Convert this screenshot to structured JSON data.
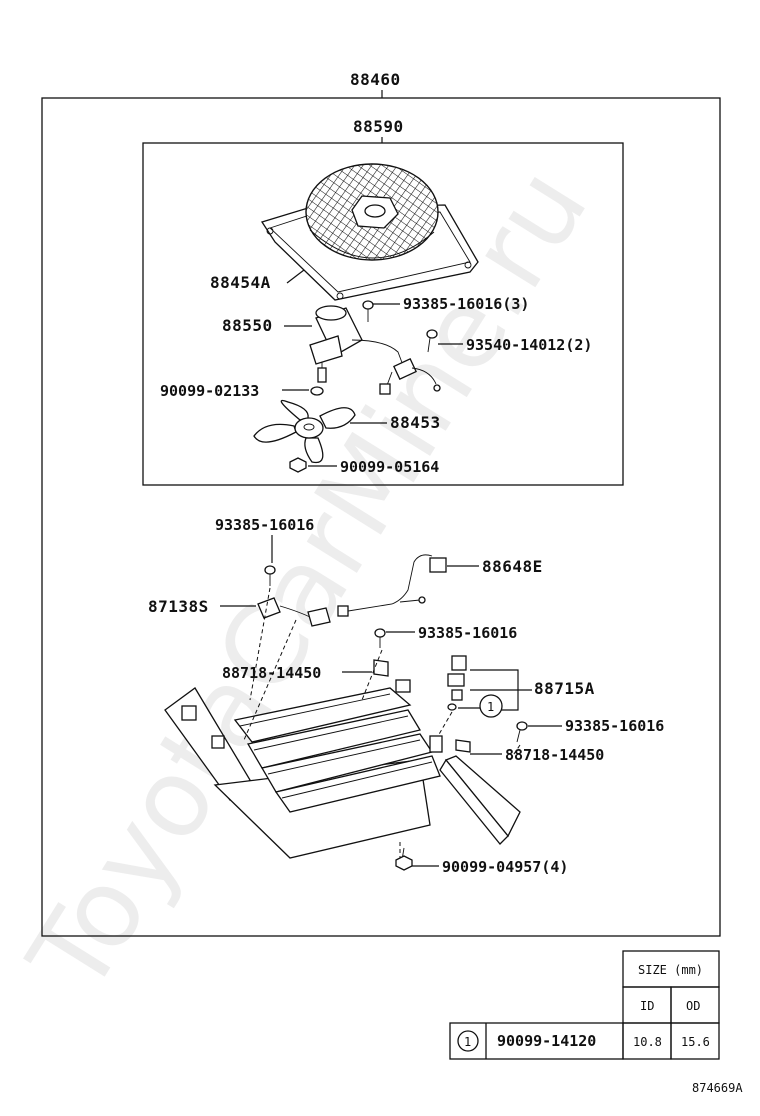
{
  "watermark": "ToyotaCarMine.ru",
  "assembly": {
    "top_label": "88460",
    "fan_assembly_label": "88590"
  },
  "labels": {
    "shroud": "88454A",
    "motor": "88550",
    "bolt_top": "93385-16016(3)",
    "screw": "93540-14012(2)",
    "washer": "90099-02133",
    "fan": "88453",
    "nut": "90099-05164",
    "bolt_a": "93385-16016",
    "wire_harness": "87138S",
    "wire_right": "88648E",
    "bolt_b": "93385-16016",
    "clamp_a": "88718-14450",
    "switch": "88715A",
    "bolt_c": "93385-16016",
    "clamp_b": "88718-14450",
    "bolt_bottom": "90099-04957(4)"
  },
  "callout_number": "1",
  "size_table": {
    "header": "SIZE (mm)",
    "col_id": "ID",
    "col_od": "OD",
    "row_ref": "1",
    "row_part": "90099-14120",
    "row_id": "10.8",
    "row_od": "15.6"
  },
  "figure_code": "874669A"
}
